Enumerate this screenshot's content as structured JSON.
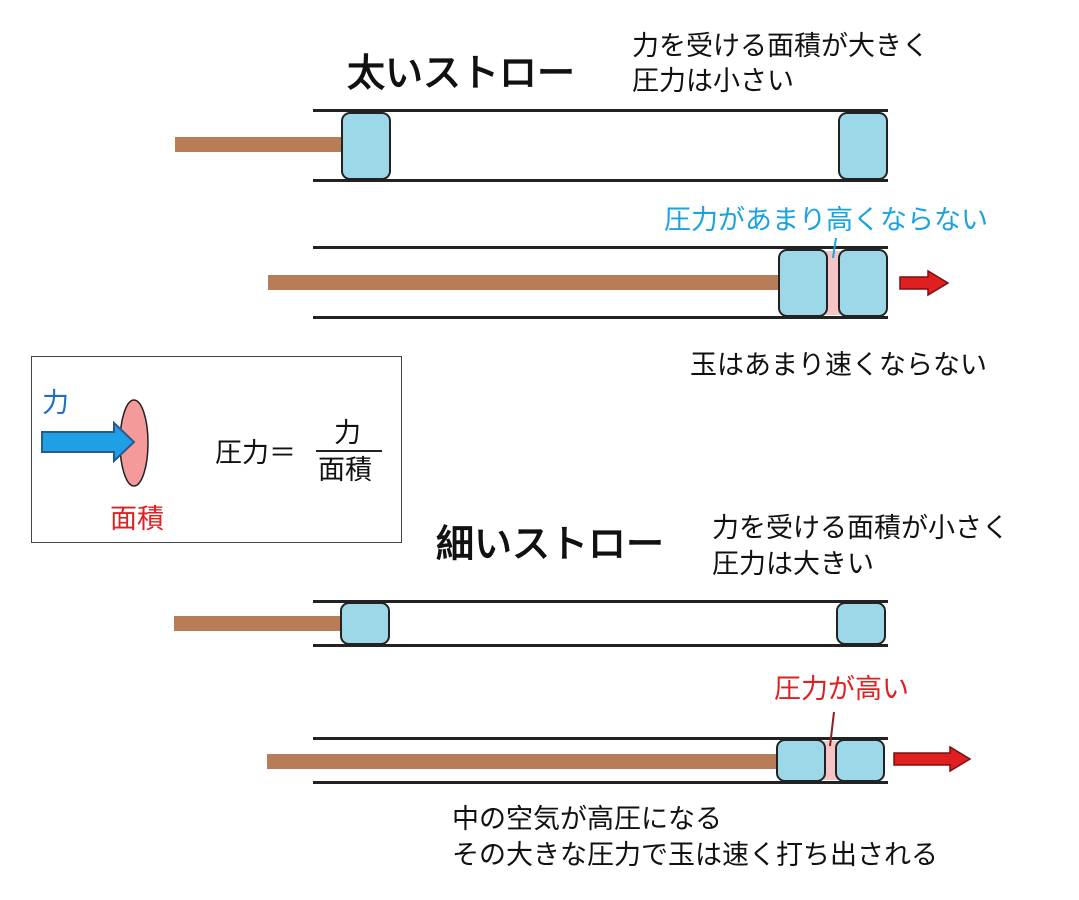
{
  "thick": {
    "title": "太いストロー",
    "note_line1": "力を受ける面積が大きく",
    "note_line2": "圧力は小さい",
    "pressure_label": "圧力があまり高くならない",
    "result": "玉はあまり速くならない"
  },
  "thin": {
    "title": "細いストロー",
    "note_line1": "力を受ける面積が小さく",
    "note_line2": "圧力は大きい",
    "pressure_label": "圧力が高い",
    "result_line1": "中の空気が高圧になる",
    "result_line2": "その大きな圧力で玉は速く打ち出される"
  },
  "legend": {
    "force_label": "力",
    "area_label": "面積",
    "formula_lhs": "圧力＝",
    "formula_numerator": "力",
    "formula_denominator": "面積"
  },
  "colors": {
    "rod": "#b87c57",
    "ball": "#9dd8e9",
    "compressed_air": "#f6c4c4",
    "arrow_red": "#e02020",
    "force_arrow": "#1f9fe6",
    "thick_pressure_text": "#1aa3e0",
    "thin_pressure_text": "#e02020",
    "area_ellipse": "#f59a9a"
  }
}
